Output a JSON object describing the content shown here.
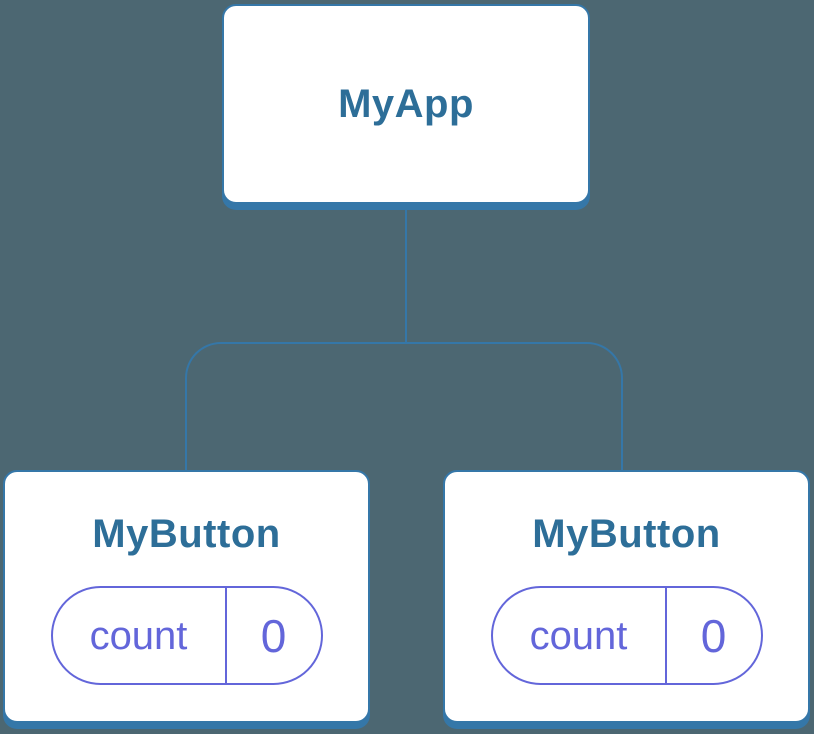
{
  "diagram": {
    "kind": "component-tree",
    "palette": {
      "background": "#4C6772",
      "node_fill": "#FFFFFF",
      "node_stroke": "#3577A8",
      "title_text": "#2D6E98",
      "state_accent": "#6366DA"
    },
    "tree": {
      "root": {
        "label": "MyApp"
      },
      "children": [
        {
          "label": "MyButton",
          "state": {
            "key": "count",
            "value": "0"
          }
        },
        {
          "label": "MyButton",
          "state": {
            "key": "count",
            "value": "0"
          }
        }
      ]
    }
  }
}
